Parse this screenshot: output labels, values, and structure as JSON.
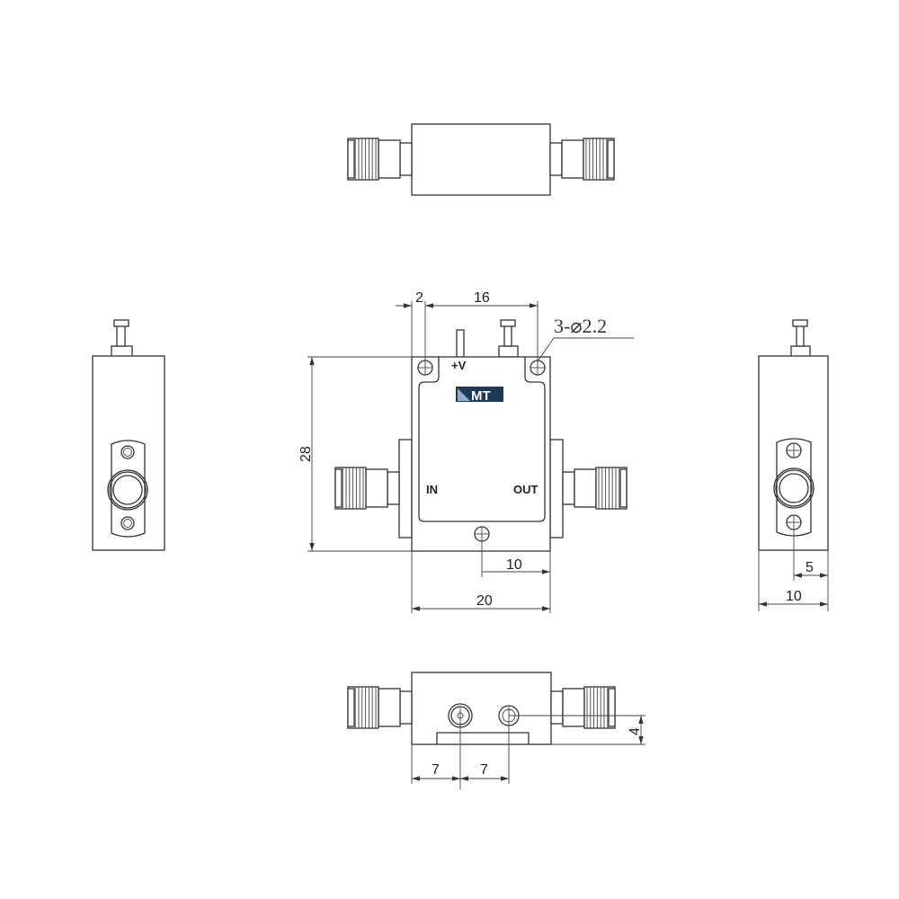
{
  "front_view": {
    "dim_top_left": "2",
    "dim_top": "16",
    "hole_callout": "3-⌀2.2",
    "dim_height": "28",
    "dim_hole_offset": "10",
    "dim_width": "20",
    "pin_label": "+V",
    "input_label": "IN",
    "output_label": "OUT",
    "logo_text": "MT",
    "logo_color": "#1c3a55"
  },
  "right_view": {
    "dim_hole_offset": "5",
    "dim_width": "10"
  },
  "bottom_view": {
    "dim_hole_height": "4",
    "dim_left": "7",
    "dim_right": "7"
  }
}
